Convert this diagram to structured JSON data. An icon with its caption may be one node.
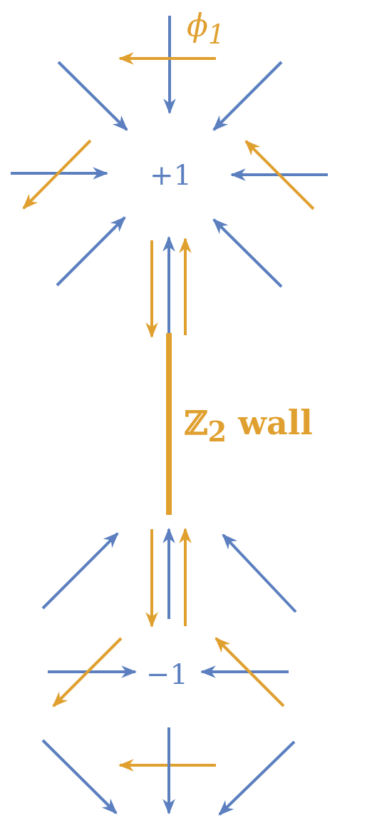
{
  "diagram": {
    "labels": [
      "ϕ$_{1}$",
      "+1",
      "ℤ$_{2}$ wall",
      "−1"
    ]
  }
}
